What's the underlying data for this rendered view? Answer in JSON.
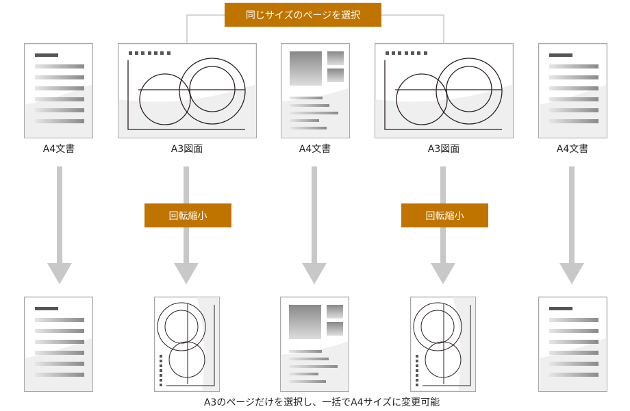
{
  "top_badge": "同じサイズのページを選択",
  "rotate_badge_label": "回転縮小",
  "top_pages": [
    {
      "type": "a4-doc",
      "label": "A4文書"
    },
    {
      "type": "a3-drawing",
      "label": "A3図面"
    },
    {
      "type": "a4-doc-photo",
      "label": "A4文書"
    },
    {
      "type": "a3-drawing",
      "label": "A3図面"
    },
    {
      "type": "a4-doc",
      "label": "A4文書"
    }
  ],
  "caption": "A3のページだけを選択し、一括でA4サイズに変更可能",
  "colors": {
    "accent": "#bf7400",
    "arrow": "#c8c8c8",
    "page_border": "#a8a8a8"
  }
}
